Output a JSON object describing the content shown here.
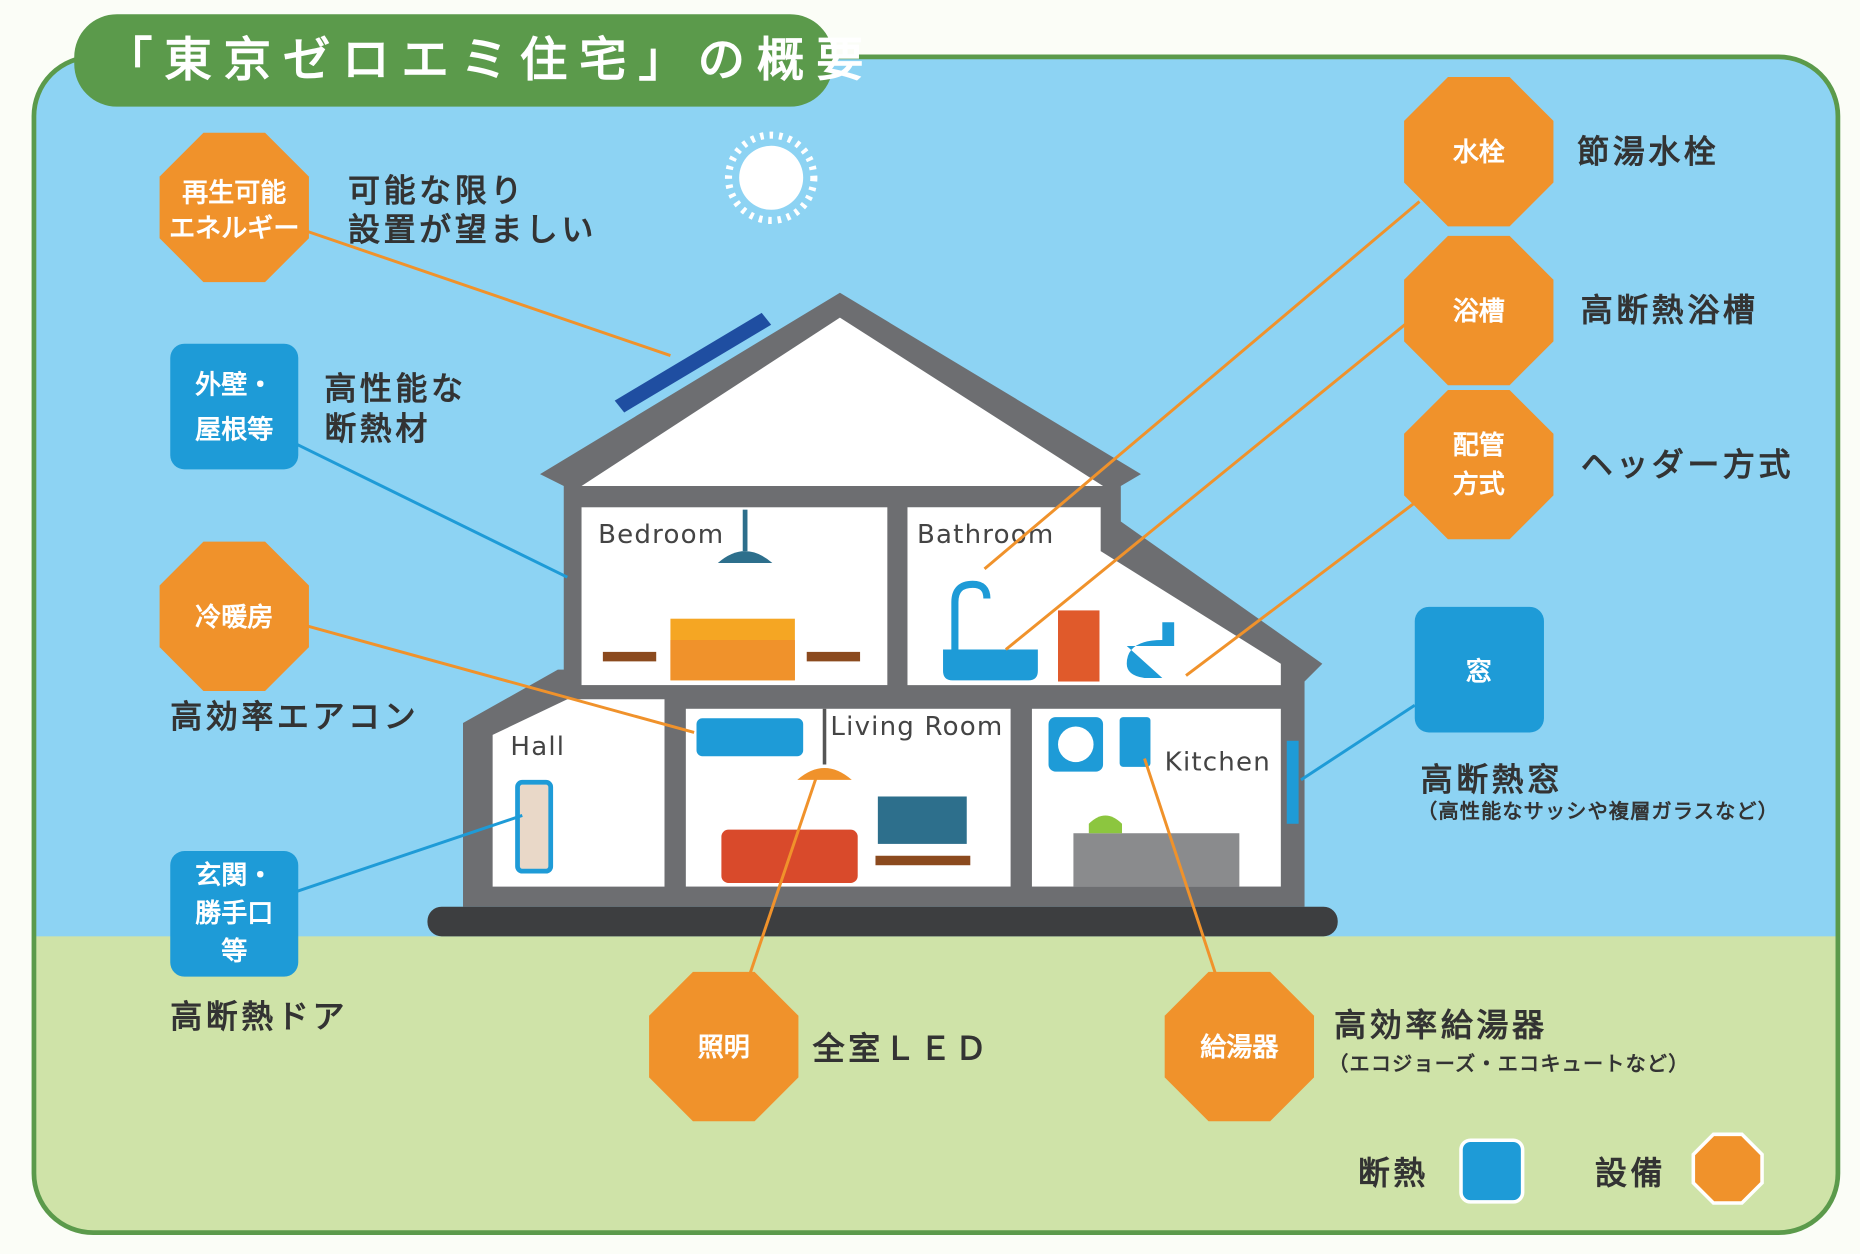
{
  "title": "「東京ゼロエミ住宅」の概要",
  "colors": {
    "insulation": "#1e9bd7",
    "equipment": "#f0922b",
    "frame": "#5b9a4b",
    "sky": "#8dd3f3",
    "ground": "#cfe3a8"
  },
  "rooms": {
    "bedroom": "Bedroom",
    "bathroom": "Bathroom",
    "hall": "Hall",
    "living": "Living Room",
    "kitchen": "Kitchen"
  },
  "items": {
    "renewable": {
      "badge": [
        "再生可能",
        "エネルギー"
      ],
      "desc": [
        "可能な限り",
        "設置が望ましい"
      ]
    },
    "walls": {
      "badge": [
        "外壁・",
        "屋根等"
      ],
      "desc": [
        "高性能な",
        "断熱材"
      ]
    },
    "hvac": {
      "badge": "冷暖房",
      "desc": "高効率エアコン"
    },
    "door": {
      "badge": [
        "玄関・",
        "勝手口",
        "等"
      ],
      "desc": "高断熱ドア"
    },
    "lighting": {
      "badge": "照明",
      "desc": "全室ＬＥＤ"
    },
    "water_heater": {
      "badge": "給湯器",
      "desc": "高効率給湯器",
      "note": "（エコジョーズ・エコキュートなど）"
    },
    "faucet": {
      "badge": "水栓",
      "desc": "節湯水栓"
    },
    "bathtub": {
      "badge": "浴槽",
      "desc": "高断熱浴槽"
    },
    "piping": {
      "badge": [
        "配管",
        "方式"
      ],
      "desc": "ヘッダー方式"
    },
    "window": {
      "badge": "窓",
      "desc": "高断熱窓",
      "note": "（高性能なサッシや複層ガラスなど）"
    }
  },
  "legend": {
    "insulation": "断熱",
    "equipment": "設備"
  }
}
